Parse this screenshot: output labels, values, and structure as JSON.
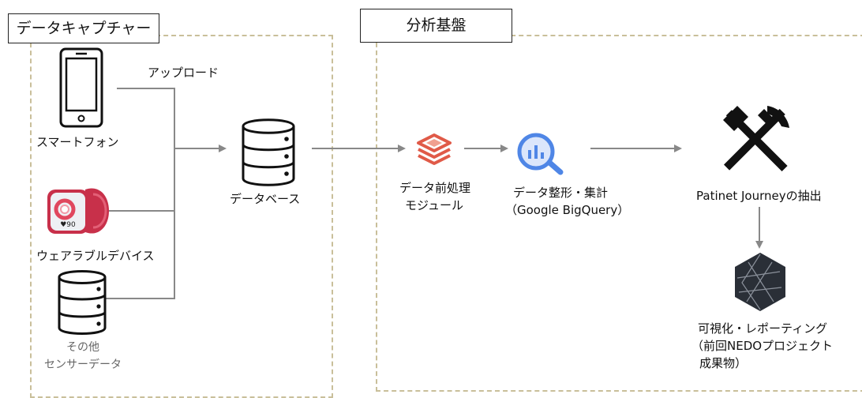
{
  "sections": {
    "capture_title": "データキャプチャー",
    "analysis_title": "分析基盤"
  },
  "labels": {
    "upload": "アップロード",
    "smartphone": "スマートフォン",
    "wearable": "ウェアラブルデバイス",
    "other_sensor_line1": "その他",
    "other_sensor_line2": "センサーデータ",
    "database": "データベース",
    "preprocess_line1": "データ前処理",
    "preprocess_line2": "モジュール",
    "aggregate_line1": "データ整形・集計",
    "aggregate_line2": "（Google BigQuery）",
    "journey": "Patinet Journeyの抽出",
    "viz_line1": "可視化・レポーティング",
    "viz_line2": "（前回NEDOプロジェクト",
    "viz_line3": "成果物）"
  },
  "watch": {
    "reading": "♥90"
  },
  "colors": {
    "dashed_border": "#c9bf9a",
    "arrow": "#888888",
    "watch_band": "#c8304a",
    "preprocess_icon": "#e05a48",
    "bigquery_blue": "#4f86e6",
    "hex_icon": "#2a2f37"
  },
  "icons": [
    "smartphone-icon",
    "smartwatch-icon",
    "database-icon",
    "preprocess-icon",
    "bigquery-icon",
    "hammer-pick-icon",
    "hexagon-logo-icon"
  ]
}
